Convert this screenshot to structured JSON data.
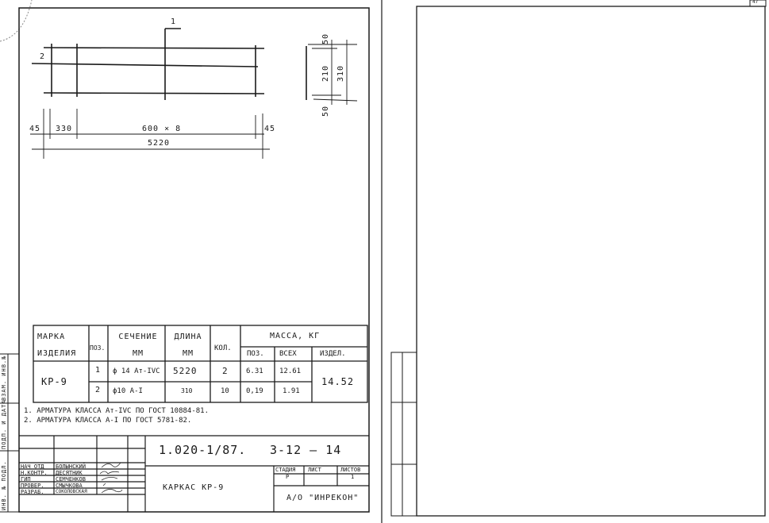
{
  "stamp_text": "ВЗАМ. ИНВ. №",
  "left_strip": {
    "replace": "ВЗАМ. ИНВ.№",
    "sign": "ПОДП. И ДАТА",
    "orig": "ИНВ. № ПОДЛ."
  },
  "page_number": "47",
  "drawing": {
    "pos1": "1",
    "pos2": "2",
    "dims": {
      "end_left": "45",
      "first": "330",
      "span": "600 × 8",
      "end_right": "45",
      "total": "5220",
      "sec_top": "50",
      "sec_inner": "210",
      "sec_outer": "310",
      "sec_bottom": "50"
    }
  },
  "table": {
    "headers": {
      "mark": "МАРКА ИЗДЕЛИЯ",
      "pos": "ПОЗ.",
      "section": "СЕЧЕНИЕ ММ",
      "length": "ДЛИНА ММ",
      "qty": "КОЛ.",
      "mass": "МАССА, КГ",
      "mass_pos": "ПОЗ.",
      "mass_all": "ВСЕХ",
      "mass_item": "ИЗДЕЛ."
    },
    "mark": "КР-9",
    "item_mass": "14.52",
    "rows": [
      {
        "pos": "1",
        "section": "ϕ 14 Ат-IVС",
        "length": "5220",
        "qty": "2",
        "mass_pos": "6.31",
        "mass_all": "12.61"
      },
      {
        "pos": "2",
        "section": "ϕ10 А-I",
        "length": "310",
        "qty": "10",
        "mass_pos": "0,19",
        "mass_all": "1.91"
      }
    ]
  },
  "notes": [
    "1. АРМАТУРА  КЛАССА  Ат-IVС ПО ГОСТ 10884-81.",
    "2. АРМАТУРА  КЛАССА  А-I  ПО ГОСТ  5781-82."
  ],
  "title_block": {
    "code": "1.020-1/87.",
    "sheet_code": "3-12 – 14",
    "title": "КАРКАС  КР-9",
    "company": "А/О \"ИНРЕКОН\"",
    "stage_label": "СТАДИЯ",
    "sheet_label": "ЛИСТ",
    "sheets_label": "ЛИСТОВ",
    "stage": "Р",
    "sheet": "",
    "sheets": "1",
    "staff": [
      {
        "role": "НАЧ ОТД",
        "name": "БОЛЫНСКИЙ"
      },
      {
        "role": "Н.КОНТР.",
        "name": "ДЕСЯТНИК"
      },
      {
        "role": "ГИП",
        "name": "СЕМЧЕНКОВ"
      },
      {
        "role": "ПРОВЕР.",
        "name": "СМЫЧКОВА"
      },
      {
        "role": "РАЗРАБ.",
        "name": "СОКОЛОВСКАЯ"
      }
    ]
  }
}
